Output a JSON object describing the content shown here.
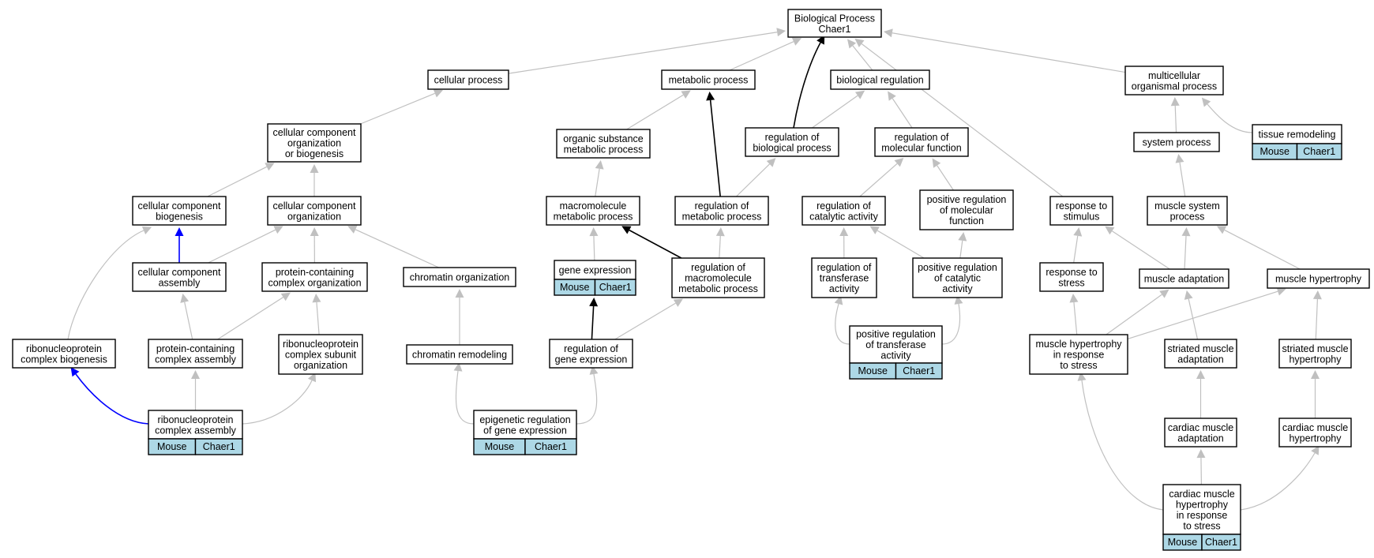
{
  "colors": {
    "node_fill": "#ffffff",
    "badge_fill": "#add8e6",
    "edge_gray": "#c0c0c0",
    "edge_black": "#000000",
    "edge_blue": "#0000ff"
  },
  "badge": {
    "organism": "Mouse",
    "gene": "Chaer1"
  },
  "nodes": [
    {
      "id": "bp",
      "lines": [
        "Biological Process",
        "Chaer1"
      ]
    },
    {
      "id": "cp",
      "lines": [
        "cellular process"
      ]
    },
    {
      "id": "mp",
      "lines": [
        "metabolic process"
      ]
    },
    {
      "id": "br",
      "lines": [
        "biological regulation"
      ]
    },
    {
      "id": "mop",
      "lines": [
        "multicellular",
        "organismal process"
      ]
    },
    {
      "id": "ccob",
      "lines": [
        "cellular component",
        "organization",
        "or biogenesis"
      ]
    },
    {
      "id": "osmp",
      "lines": [
        "organic substance",
        "metabolic process"
      ]
    },
    {
      "id": "rbp",
      "lines": [
        "regulation of",
        "biological process"
      ]
    },
    {
      "id": "rmf",
      "lines": [
        "regulation of",
        "molecular function"
      ]
    },
    {
      "id": "sp",
      "lines": [
        "system process"
      ]
    },
    {
      "id": "tr",
      "lines": [
        "tissue remodeling"
      ],
      "badge": true
    },
    {
      "id": "ccb",
      "lines": [
        "cellular component",
        "biogenesis"
      ]
    },
    {
      "id": "cco",
      "lines": [
        "cellular component",
        "organization"
      ]
    },
    {
      "id": "mmp",
      "lines": [
        "macromolecule",
        "metabolic process"
      ]
    },
    {
      "id": "rmp",
      "lines": [
        "regulation of",
        "metabolic process"
      ]
    },
    {
      "id": "rca",
      "lines": [
        "regulation of",
        "catalytic activity"
      ]
    },
    {
      "id": "prmf",
      "lines": [
        "positive regulation",
        "of molecular",
        "function"
      ]
    },
    {
      "id": "rts",
      "lines": [
        "response to",
        "stimulus"
      ]
    },
    {
      "id": "msp",
      "lines": [
        "muscle system",
        "process"
      ]
    },
    {
      "id": "cca",
      "lines": [
        "cellular component",
        "assembly"
      ]
    },
    {
      "id": "pcco",
      "lines": [
        "protein-containing",
        "complex organization"
      ]
    },
    {
      "id": "co",
      "lines": [
        "chromatin organization"
      ]
    },
    {
      "id": "ge",
      "lines": [
        "gene expression"
      ],
      "badge": true
    },
    {
      "id": "rmmp",
      "lines": [
        "regulation of",
        "macromolecule",
        "metabolic process"
      ]
    },
    {
      "id": "rta",
      "lines": [
        "regulation of",
        "transferase",
        "activity"
      ]
    },
    {
      "id": "prca",
      "lines": [
        "positive regulation",
        "of catalytic",
        "activity"
      ]
    },
    {
      "id": "rtst",
      "lines": [
        "response to",
        "stress"
      ]
    },
    {
      "id": "ma",
      "lines": [
        "muscle adaptation"
      ]
    },
    {
      "id": "mh",
      "lines": [
        "muscle hypertrophy"
      ]
    },
    {
      "id": "rcb",
      "lines": [
        "ribonucleoprotein",
        "complex biogenesis"
      ]
    },
    {
      "id": "pcca",
      "lines": [
        "protein-containing",
        "complex assembly"
      ]
    },
    {
      "id": "rcso",
      "lines": [
        "ribonucleoprotein",
        "complex subunit",
        "organization"
      ]
    },
    {
      "id": "cr",
      "lines": [
        "chromatin remodeling"
      ]
    },
    {
      "id": "rge",
      "lines": [
        "regulation of",
        "gene expression"
      ]
    },
    {
      "id": "prta",
      "lines": [
        "positive regulation",
        "of transferase",
        "activity"
      ],
      "badge": true
    },
    {
      "id": "mhrs",
      "lines": [
        "muscle hypertrophy",
        "in response",
        "to stress"
      ]
    },
    {
      "id": "sma",
      "lines": [
        "striated muscle",
        "adaptation"
      ]
    },
    {
      "id": "smh",
      "lines": [
        "striated muscle",
        "hypertrophy"
      ]
    },
    {
      "id": "rca2",
      "lines": [
        "ribonucleoprotein",
        "complex assembly"
      ],
      "badge": true
    },
    {
      "id": "ergx",
      "lines": [
        "epigenetic regulation",
        "of gene expression"
      ],
      "badge": true
    },
    {
      "id": "cma",
      "lines": [
        "cardiac muscle",
        "adaptation"
      ]
    },
    {
      "id": "cmh",
      "lines": [
        "cardiac muscle",
        "hypertrophy"
      ]
    },
    {
      "id": "cmhrs",
      "lines": [
        "cardiac muscle",
        "hypertrophy",
        "in response",
        "to stress"
      ],
      "badge": true
    }
  ],
  "edges": [
    {
      "from": "cp",
      "to": "bp",
      "color": "gray"
    },
    {
      "from": "mp",
      "to": "bp",
      "color": "gray"
    },
    {
      "from": "br",
      "to": "bp",
      "color": "gray"
    },
    {
      "from": "mop",
      "to": "bp",
      "color": "gray"
    },
    {
      "from": "rbp",
      "to": "bp",
      "color": "black"
    },
    {
      "from": "rts",
      "to": "bp",
      "color": "gray"
    },
    {
      "from": "ccob",
      "to": "cp",
      "color": "gray"
    },
    {
      "from": "osmp",
      "to": "mp",
      "color": "gray"
    },
    {
      "from": "rmp",
      "to": "mp",
      "color": "black"
    },
    {
      "from": "rbp",
      "to": "br",
      "color": "gray"
    },
    {
      "from": "rmf",
      "to": "br",
      "color": "gray"
    },
    {
      "from": "sp",
      "to": "mop",
      "color": "gray"
    },
    {
      "from": "tr",
      "to": "mop",
      "color": "gray"
    },
    {
      "from": "ccb",
      "to": "ccob",
      "color": "gray"
    },
    {
      "from": "cco",
      "to": "ccob",
      "color": "gray"
    },
    {
      "from": "mmp",
      "to": "osmp",
      "color": "gray"
    },
    {
      "from": "rmp",
      "to": "rbp",
      "color": "gray"
    },
    {
      "from": "rca",
      "to": "rmf",
      "color": "gray"
    },
    {
      "from": "prmf",
      "to": "rmf",
      "color": "gray"
    },
    {
      "from": "msp",
      "to": "sp",
      "color": "gray"
    },
    {
      "from": "cca",
      "to": "ccb",
      "color": "blue"
    },
    {
      "from": "rcb",
      "to": "ccb",
      "color": "gray"
    },
    {
      "from": "cca",
      "to": "cco",
      "color": "gray"
    },
    {
      "from": "pcco",
      "to": "cco",
      "color": "gray"
    },
    {
      "from": "co",
      "to": "cco",
      "color": "gray"
    },
    {
      "from": "ge",
      "to": "mmp",
      "color": "gray"
    },
    {
      "from": "rmmp",
      "to": "mmp",
      "color": "black"
    },
    {
      "from": "rmmp",
      "to": "rmp",
      "color": "gray"
    },
    {
      "from": "rta",
      "to": "rca",
      "color": "gray"
    },
    {
      "from": "prca",
      "to": "rca",
      "color": "gray"
    },
    {
      "from": "prca",
      "to": "prmf",
      "color": "gray"
    },
    {
      "from": "rtst",
      "to": "rts",
      "color": "gray"
    },
    {
      "from": "ma",
      "to": "rts",
      "color": "gray"
    },
    {
      "from": "ma",
      "to": "msp",
      "color": "gray"
    },
    {
      "from": "mh",
      "to": "msp",
      "color": "gray"
    },
    {
      "from": "pcca",
      "to": "cca",
      "color": "gray"
    },
    {
      "from": "pcca",
      "to": "pcco",
      "color": "gray"
    },
    {
      "from": "rcso",
      "to": "pcco",
      "color": "gray"
    },
    {
      "from": "cr",
      "to": "co",
      "color": "gray"
    },
    {
      "from": "rge",
      "to": "ge",
      "color": "black"
    },
    {
      "from": "rge",
      "to": "rmmp",
      "color": "gray"
    },
    {
      "from": "prta",
      "to": "rta",
      "color": "gray"
    },
    {
      "from": "prta",
      "to": "prca",
      "color": "gray"
    },
    {
      "from": "mhrs",
      "to": "rtst",
      "color": "gray"
    },
    {
      "from": "mhrs",
      "to": "ma",
      "color": "gray"
    },
    {
      "from": "mhrs",
      "to": "mh",
      "color": "gray"
    },
    {
      "from": "sma",
      "to": "ma",
      "color": "gray"
    },
    {
      "from": "smh",
      "to": "mh",
      "color": "gray"
    },
    {
      "from": "rca2",
      "to": "rcb",
      "color": "blue"
    },
    {
      "from": "rca2",
      "to": "pcca",
      "color": "gray"
    },
    {
      "from": "rca2",
      "to": "rcso",
      "color": "gray"
    },
    {
      "from": "ergx",
      "to": "cr",
      "color": "gray"
    },
    {
      "from": "ergx",
      "to": "rge",
      "color": "gray"
    },
    {
      "from": "cma",
      "to": "sma",
      "color": "gray"
    },
    {
      "from": "cmh",
      "to": "smh",
      "color": "gray"
    },
    {
      "from": "cmhrs",
      "to": "cma",
      "color": "gray"
    },
    {
      "from": "cmhrs",
      "to": "cmh",
      "color": "gray"
    },
    {
      "from": "cmhrs",
      "to": "mhrs",
      "color": "gray"
    }
  ]
}
